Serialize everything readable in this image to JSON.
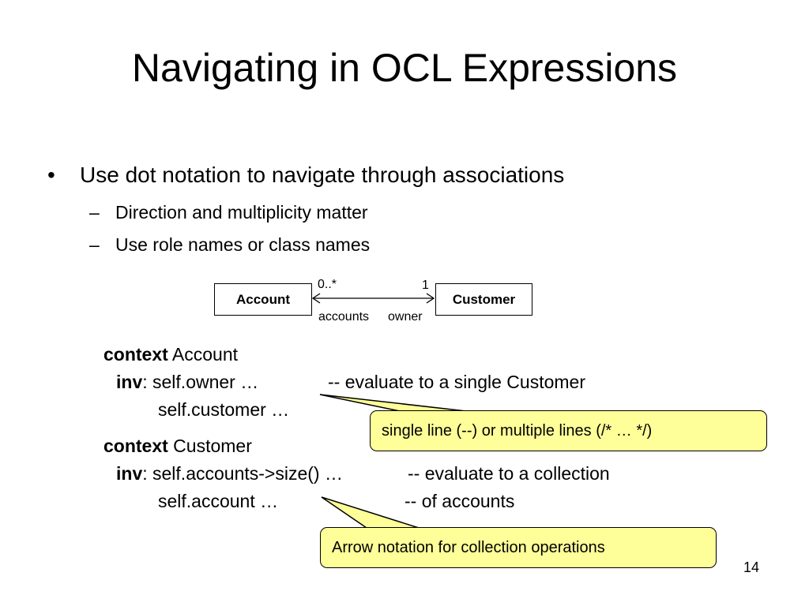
{
  "slide": {
    "title": "Navigating in OCL Expressions",
    "bullet": {
      "marker": "•",
      "text": "Use dot notation to navigate through associations",
      "subitems": [
        {
          "marker": "–",
          "text": "Direction and multiplicity matter"
        },
        {
          "marker": "–",
          "text": "Use role names or class names"
        }
      ]
    },
    "diagram": {
      "class_left": "Account",
      "class_right": "Customer",
      "multiplicity_left": "0..*",
      "multiplicity_right": "1",
      "role_left": "accounts",
      "role_right": "owner"
    },
    "code": {
      "block1": {
        "context_kw": "context",
        "context_name": " Account",
        "inv_kw": "inv",
        "inv_expr": ": self.owner …",
        "inv_comment": "-- evaluate to a single Customer",
        "line2": "self.customer …"
      },
      "block2": {
        "context_kw": "context",
        "context_name": " Customer",
        "inv_kw": "inv",
        "inv_expr": ": self.accounts->size() …",
        "inv_comment": "-- evaluate to a collection",
        "line2": "self.account …",
        "line2_comment": "-- of accounts"
      }
    },
    "callouts": [
      {
        "text": "single line (--) or multiple lines (/* … */)"
      },
      {
        "text": "Arrow notation for collection operations"
      }
    ],
    "page_number": "14",
    "colors": {
      "callout_fill": "#ffff99",
      "text": "#000000",
      "background": "#ffffff"
    }
  }
}
